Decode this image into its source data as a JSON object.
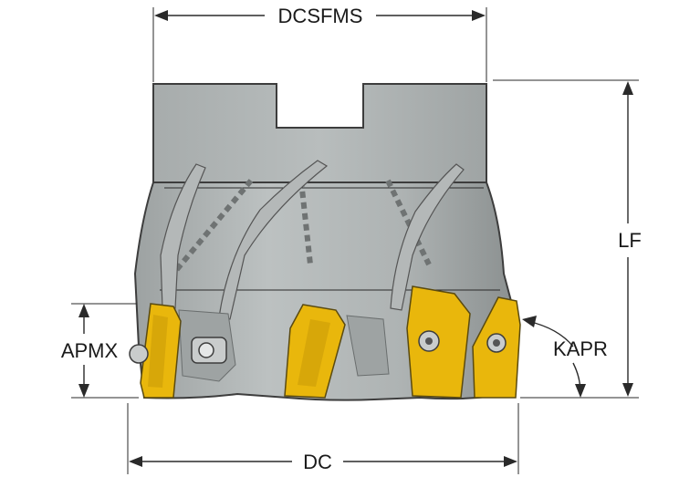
{
  "dimensions": {
    "dcsfms": "DCSFMS",
    "lf": "LF",
    "apmx": "APMX",
    "kapr": "KAPR",
    "dc": "DC"
  },
  "colors": {
    "body": "#b0b5b5",
    "body_shade": "#8f9494",
    "insert": "#e9b70c",
    "lines": "#2a2a2a"
  }
}
